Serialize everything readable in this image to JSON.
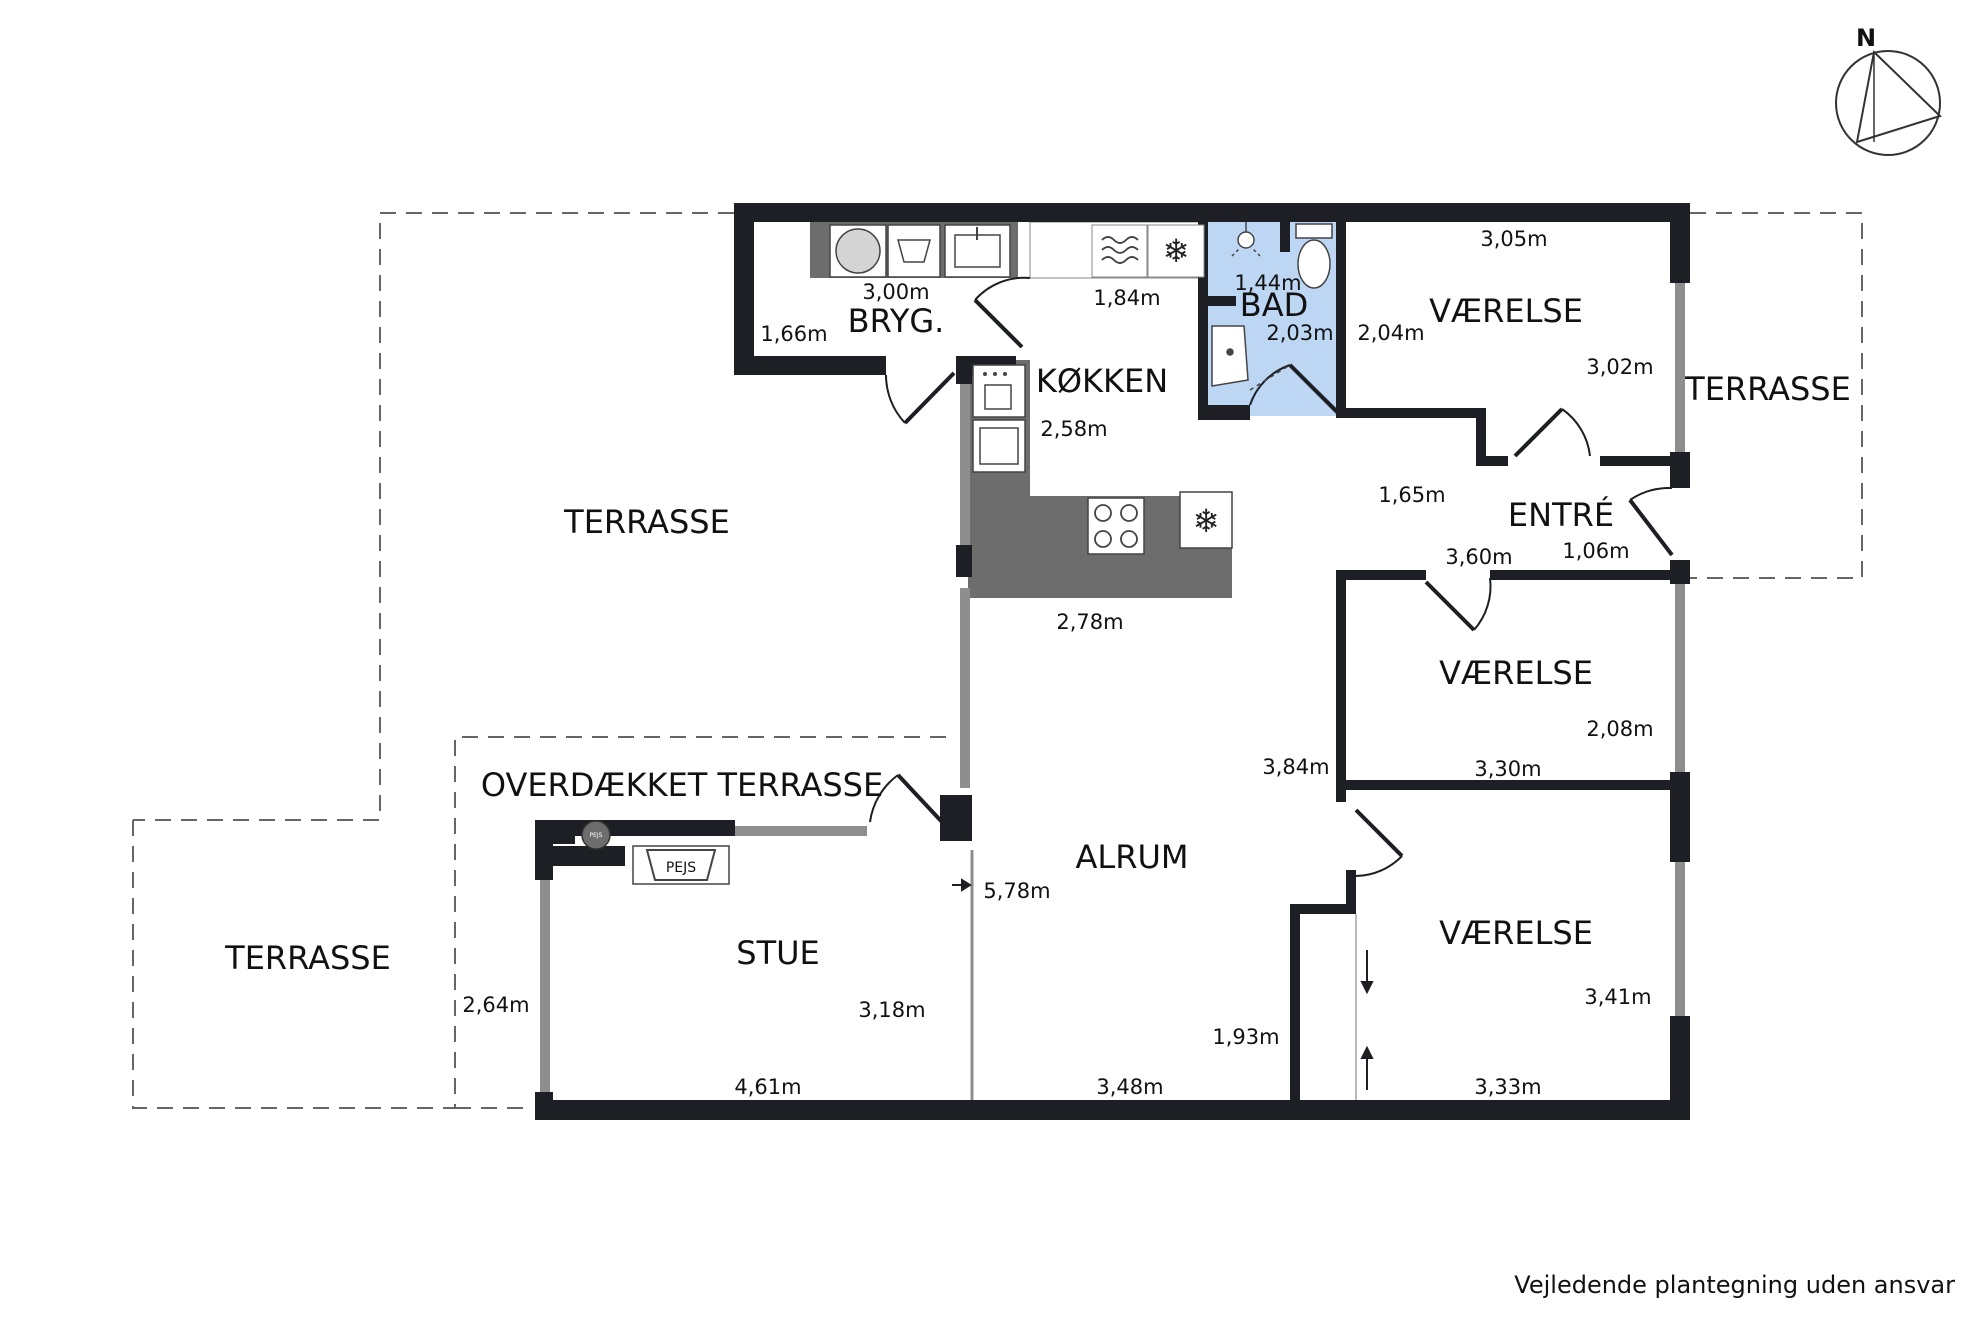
{
  "colors": {
    "wall": "#1d1f24",
    "window": "#8e8e8e",
    "counter": "#6d6d6d",
    "bathroom": "#bcd6f4",
    "terrace_dash": "#666666"
  },
  "compass": {
    "label": "N",
    "icon": "north-arrow-icon"
  },
  "rooms": {
    "bryg": "BRYG.",
    "bad": "BAD",
    "kokken": "KØKKEN",
    "vaerelse_top": "VÆRELSE",
    "vaerelse_mid": "VÆRELSE",
    "vaerelse_bottom": "VÆRELSE",
    "entre": "ENTRÉ",
    "alrum": "ALRUM",
    "stue": "STUE",
    "overdaekket_terrasse": "OVERDÆKKET TERRASSE",
    "terrasse_center": "TERRASSE",
    "terrasse_right": "TERRASSE",
    "terrasse_left": "TERRASSE"
  },
  "dimensions": {
    "bryg_width": "3,00m",
    "bryg_depth": "1,66m",
    "kitchen_top": "1,84m",
    "bad_width": "1,44m",
    "bad_depth": "2,03m",
    "kitchen_side": "2,58m",
    "kitchen_bottom": "2,78m",
    "vaerelse_top_width": "3,05m",
    "vaerelse_top_left": "2,04m",
    "vaerelse_top_right": "3,02m",
    "entre_width": "1,65m",
    "entre_depth": "1,06m",
    "hall_width": "3,60m",
    "vaerelse_mid_height": "2,08m",
    "vaerelse_mid_width": "3,30m",
    "alrum_side": "3,84m",
    "alrum_height": "5,78m",
    "stue_depth": "2,64m",
    "stue_height": "3,18m",
    "stue_width": "4,61m",
    "alrum_bottom": "3,48m",
    "closet_depth": "1,93m",
    "vaerelse_bottom_height": "3,41m",
    "vaerelse_bottom_width": "3,33m"
  },
  "fixtures": {
    "pejs_label": "PEJS",
    "pejs_stove_label": "PEJS",
    "washer_icon": "washing-machine-icon",
    "dryer_icon": "tumble-dryer-icon",
    "sink_icon": "sink-icon",
    "freezer_icon": "snowflake-icon",
    "heating_icon": "waves-icon",
    "toilet_icon": "toilet-icon",
    "shower_icon": "shower-icon",
    "hob_icon": "stove-hob-icon",
    "oven_icon": "oven-icon"
  },
  "footer": {
    "disclaimer": "Vejledende plantegning uden ansvar"
  }
}
